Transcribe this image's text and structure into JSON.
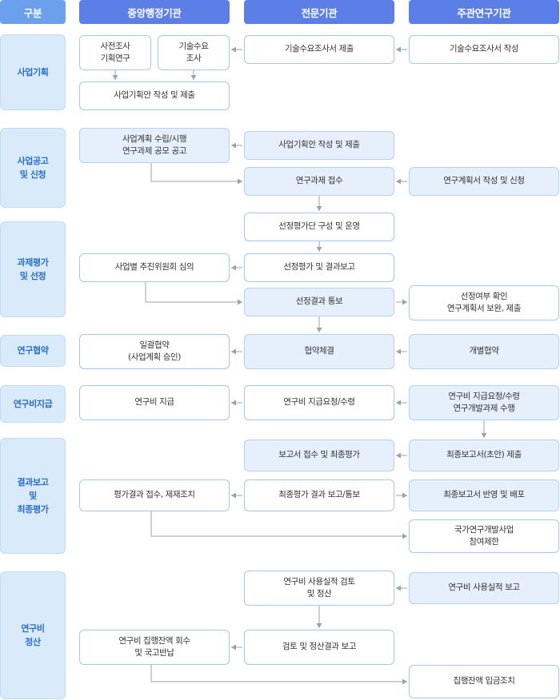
{
  "headers": {
    "category": "구분",
    "central": "중앙행정기관",
    "expert": "전문기관",
    "host": "주관연구기관"
  },
  "categories": {
    "planning": "사업기획",
    "announce": "사업공고\n및 신청",
    "evaluation": "과제평가\n및 선정",
    "agreement": "연구협약",
    "funding": "연구비지급",
    "report": "결과보고\n및\n최종평가",
    "settlement": "연구비\n정산"
  },
  "nodes": {
    "prelim_study": "사전조사\n기획연구",
    "tech_demand_survey": "기술수요\n조사",
    "tech_demand_submit": "기술수요조사서 제출",
    "tech_demand_write": "기술수요조사서 작성",
    "plan_submit_central": "사업기획안 작성 및 제출",
    "plan_announce": "사업계획 수립/시행\n연구과제 공모 공고",
    "plan_submit_expert": "사업기획안 작성 및 제출",
    "project_receive": "연구과제 접수",
    "plan_apply": "연구계획서 작성 및 신청",
    "panel_operate": "선정평가단 구성 및 운영",
    "committee_review": "사업별 추진위원회 심의",
    "eval_report": "선정평가 및 결과보고",
    "result_notice": "선정결과 통보",
    "selection_confirm": "선정여부 확인\n연구계획서 보완, 제출",
    "bulk_agreement": "일괄협약\n(사업계획 승인)",
    "agreement_sign": "협약체결",
    "individual_agreement": "개별협약",
    "fund_pay": "연구비 지급",
    "fund_request": "연구비 지급요청/수령",
    "fund_receive": "연구비 지급요청/수령\n연구개발과제 수행",
    "report_receive": "보고서 접수 및 최종평가",
    "final_draft_submit": "최종보고서(초안) 제출",
    "result_sanction": "평가결과 접수, 제재조치",
    "final_result_report": "최종평가 결과 보고/통보",
    "final_reflect": "최종보고서 반영 및 배포",
    "participation_limit": "국가연구개발사업\n참여제한",
    "usage_review": "연구비 사용실적 검토\n및 정산",
    "usage_report": "연구비 사용실적 보고",
    "balance_recover": "연구비 집행잔액 회수\n및 국고반납",
    "review_report": "검토 및 정산결과 보고",
    "balance_deposit": "집행잔액 입금조치"
  },
  "colors": {
    "header": "#5b7fe6",
    "category_fill": "#d9ebfb",
    "category_text": "#2a6fc9",
    "box_border": "#a8c7ef",
    "box_fill_light": "#e5f0fc",
    "arrow": "#9aa3ad"
  }
}
